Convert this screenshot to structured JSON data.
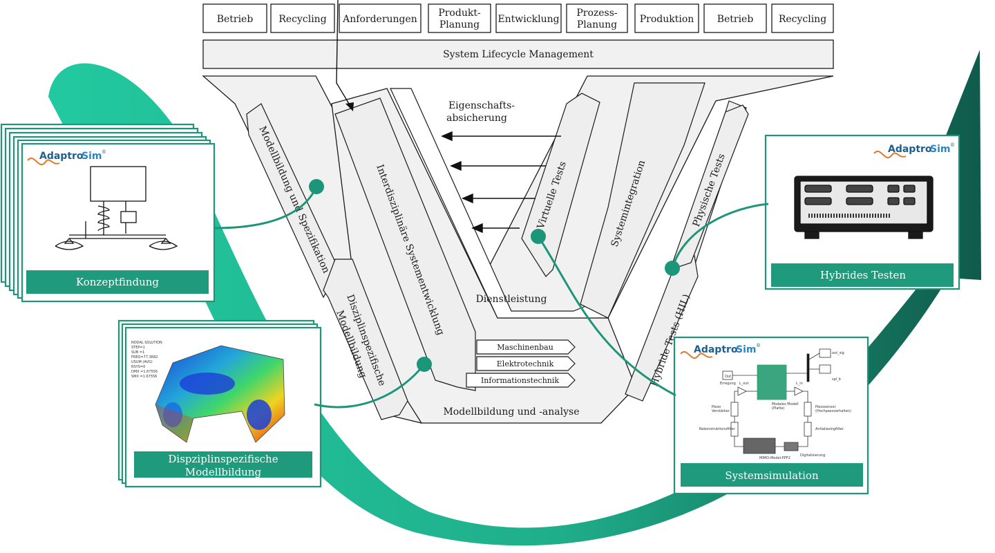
{
  "phases": [
    "Betrieb",
    "Recycling",
    "Anforderungen",
    "Produkt-|Planung",
    "Entwicklung",
    "Prozess-|Planung",
    "Produktion",
    "Betrieb",
    "Recycling"
  ],
  "slm": "System Lifecycle Management",
  "v_labels": {
    "modellbildung_spezifikation": "Modellbildung und Spezifikation",
    "disziplinspezifisch": "Disziplinspezifische|Modellbildung",
    "interdisziplinaer": "Interdisziplinäre Systementwicklung",
    "eigenschaft": "Eigenschafts-|absicherung",
    "virtuelle": "Virtuelle Tests",
    "systemintegration": "Systemintegration",
    "physische": "Physische Tests",
    "hybride": "Hybride Tests (HIL)",
    "dienstleistung": "Dienstleistung",
    "modellbildung_analyse": "Modellbildung und -analyse"
  },
  "disciplines": [
    "Maschinenbau",
    "Elektrotechnik",
    "Informationstechnik"
  ],
  "cards": {
    "konzept": "Konzeptfindung",
    "modell": "Dispziplinspezifische|Modellbildung",
    "hybrid": "Hybrides Testen",
    "system": "Systemsimulation"
  },
  "logo": {
    "part1": "Adaptro",
    "part2": "Sim",
    "mark": "®"
  },
  "fea_text": [
    "NODAL SOLUTION",
    "STEP=1",
    "SUB =1",
    "FREQ=77.3682",
    "USUM (AVG)",
    "RSYS=0",
    "DMX =1.67556",
    "SMX =1.67556"
  ],
  "sim_labels": {
    "out": "Out",
    "erregung": "Erregung",
    "l_out": "L_out",
    "l_in": "L_in",
    "modal": "Modales Modell",
    "modal2": "(Platte)",
    "out_sig": "out_sig",
    "scope": "spl_b",
    "piezo_v": "Piezo",
    "piezo_v2": "Verstärker",
    "piezosensor": "Piezosensor",
    "piezosensor2": "(Hochpassverhalten)",
    "rekon": "Rekonstruktionsfilter",
    "anti": "Antialiasingfilter",
    "digit": "Digitalisierung",
    "mimo": "MIMO-Model-PPF2"
  },
  "colors": {
    "teal": "#1f9a7d",
    "teal_dark": "#16705d",
    "teal_light": "#22c49e"
  }
}
